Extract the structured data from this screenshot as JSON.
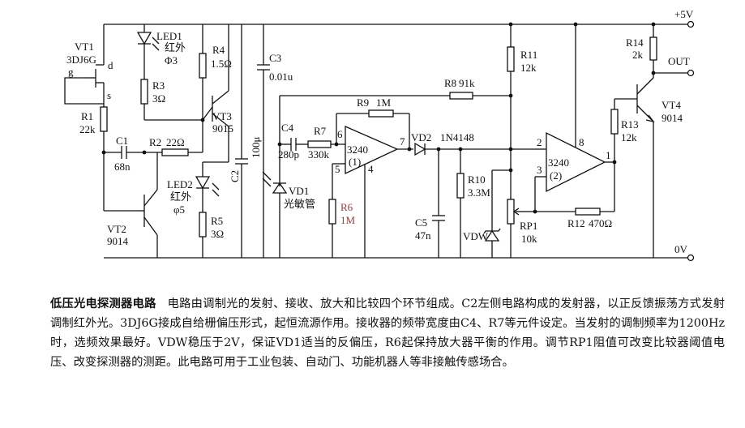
{
  "rails": {
    "vcc": "+5V",
    "gnd": "0V",
    "out": "OUT"
  },
  "components": {
    "vt1_name": "VT1",
    "vt1_type": "3DJ6G",
    "vt1_d": "d",
    "vt1_g": "g",
    "vt1_s": "s",
    "r1_name": "R1",
    "r1_val": "22k",
    "c1_name": "C1",
    "c1_val": "68n",
    "vt2_name": "VT2",
    "vt2_type": "9014",
    "led1_name": "LED1",
    "led1_type": "红外",
    "led1_size": "Φ3",
    "r3_name": "R3",
    "r3_val": "3Ω",
    "r2_name": "R2",
    "r2_val": "22Ω",
    "led2_name": "LED2",
    "led2_type": "红外",
    "led2_size": "φ5",
    "r4_name": "R4",
    "r4_val": "1.5Ω",
    "vt3_name": "VT3",
    "vt3_type": "9015",
    "r5_name": "R5",
    "r5_val": "3Ω",
    "c2_name": "C2",
    "c2_val": "100μ",
    "c3_name": "C3",
    "c3_val": "0.01u",
    "vd1_name": "VD1",
    "vd1_type": "光敏管",
    "c4_name": "C4",
    "c4_val": "280p",
    "r7_name": "R7",
    "r7_val": "330k",
    "r9_name": "R9",
    "r9_val": "1M",
    "r8_name": "R8",
    "r8_val": "91k",
    "r6_name": "R6",
    "r6_val": "1M",
    "u1_type": "3240",
    "u1_unit": "(1)",
    "u1_pin6": "6",
    "u1_pin5": "5",
    "u1_pin4": "4",
    "u1_pin7": "7",
    "vd2_name": "VD2",
    "vd2_type": "1N4148",
    "c5_name": "C5",
    "c5_val": "47n",
    "r10_name": "R10",
    "r10_val": "3.3M",
    "vdw_name": "VDW",
    "rp1_name": "RP1",
    "rp1_val": "10k",
    "r11_name": "R11",
    "r11_val": "12k",
    "u2_type": "3240",
    "u2_unit": "(2)",
    "u2_pin2": "2",
    "u2_pin3": "3",
    "u2_pin8": "8",
    "u2_pin1": "1",
    "r12_name": "R12",
    "r12_val": "470Ω",
    "r13_name": "R13",
    "r13_val": "12k",
    "r14_name": "R14",
    "r14_val": "2k",
    "vt4_name": "VT4",
    "vt4_type": "9014"
  },
  "caption": {
    "title": "低压光电探测器电路",
    "body": "电路由调制光的发射、接收、放大和比较四个环节组成。C2左侧电路构成的发射器，以正反馈振荡方式发射调制红外光。3DJ6G接成自给栅偏压形式，起恒流源作用。接收器的频带宽度由C4、R7等元件设定。当发射的调制频率为1200Hz时，选频效果最好。VDW稳压于2V，保证VD1适当的反偏压，R6起保持放大器平衡的作用。调节RP1阻值可改变比较器阈值电压、改变探测器的测距。此电路可用于工业包装、自动门、功能机器人等非接触传感场合。"
  }
}
